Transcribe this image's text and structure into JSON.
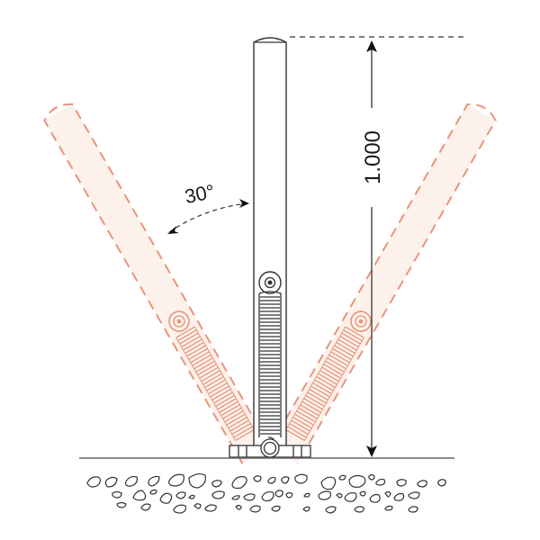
{
  "diagram": {
    "type": "technical-drawing",
    "subject": "spring-loaded tilting bollard",
    "dimension_label": "1.000",
    "angle_label": "30°",
    "tilt_angle_deg": 30,
    "colors": {
      "outline": "#333333",
      "ghost": "#e8957a",
      "ghost_fill": "#fdf1ec",
      "ground": "#666666"
    }
  }
}
